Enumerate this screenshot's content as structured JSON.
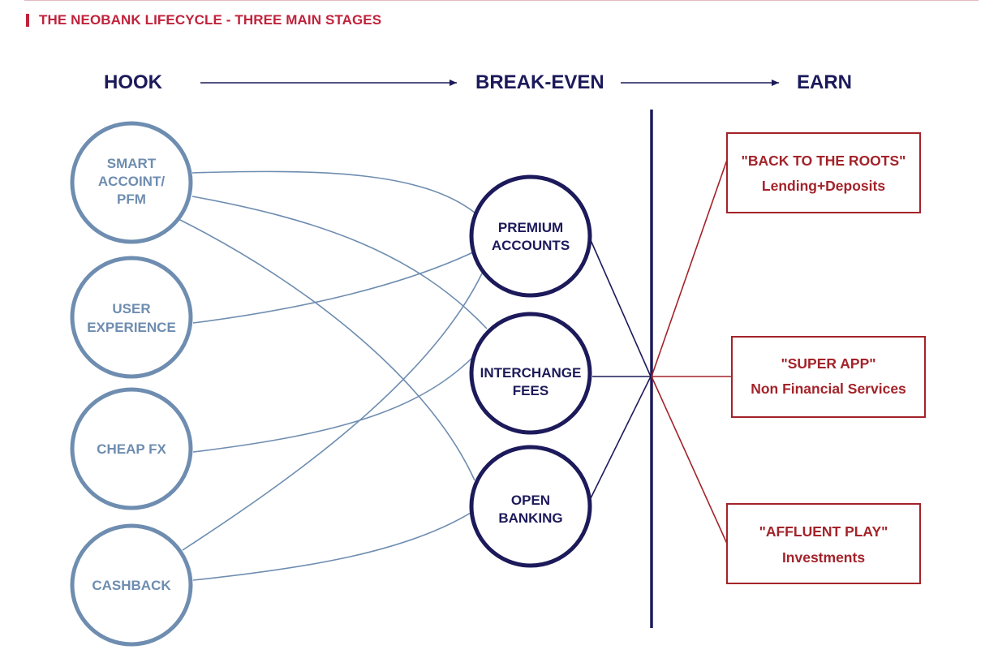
{
  "title": "THE NEOBANK LIFECYCLE - THREE MAIN STAGES",
  "stages": {
    "hook": "HOOK",
    "break_even": "BREAK-EVEN",
    "earn": "EARN"
  },
  "hook_nodes": [
    {
      "lines": [
        "SMART",
        "ACCOINT/",
        "PFM"
      ]
    },
    {
      "lines": [
        "USER",
        "EXPERIENCE"
      ]
    },
    {
      "lines": [
        "CHEAP FX"
      ]
    },
    {
      "lines": [
        "CASHBACK"
      ]
    }
  ],
  "break_even_nodes": [
    {
      "lines": [
        "PREMIUM",
        "ACCOUNTS"
      ]
    },
    {
      "lines": [
        "INTERCHANGE",
        "FEES"
      ]
    },
    {
      "lines": [
        "OPEN",
        "BANKING"
      ]
    }
  ],
  "earn_boxes": [
    {
      "line1": "\"BACK TO THE ROOTS\"",
      "line2": "Lending+Deposits"
    },
    {
      "line1": "\"SUPER APP\"",
      "line2": "Non Financial Services"
    },
    {
      "line1": "\"AFFLUENT PLAY\"",
      "line2": "Investments"
    }
  ],
  "colors": {
    "title_red": "#c0223b",
    "hook_blue": "#6e8db0",
    "navy": "#1c1a5a",
    "earn_red": "#a3232a"
  }
}
